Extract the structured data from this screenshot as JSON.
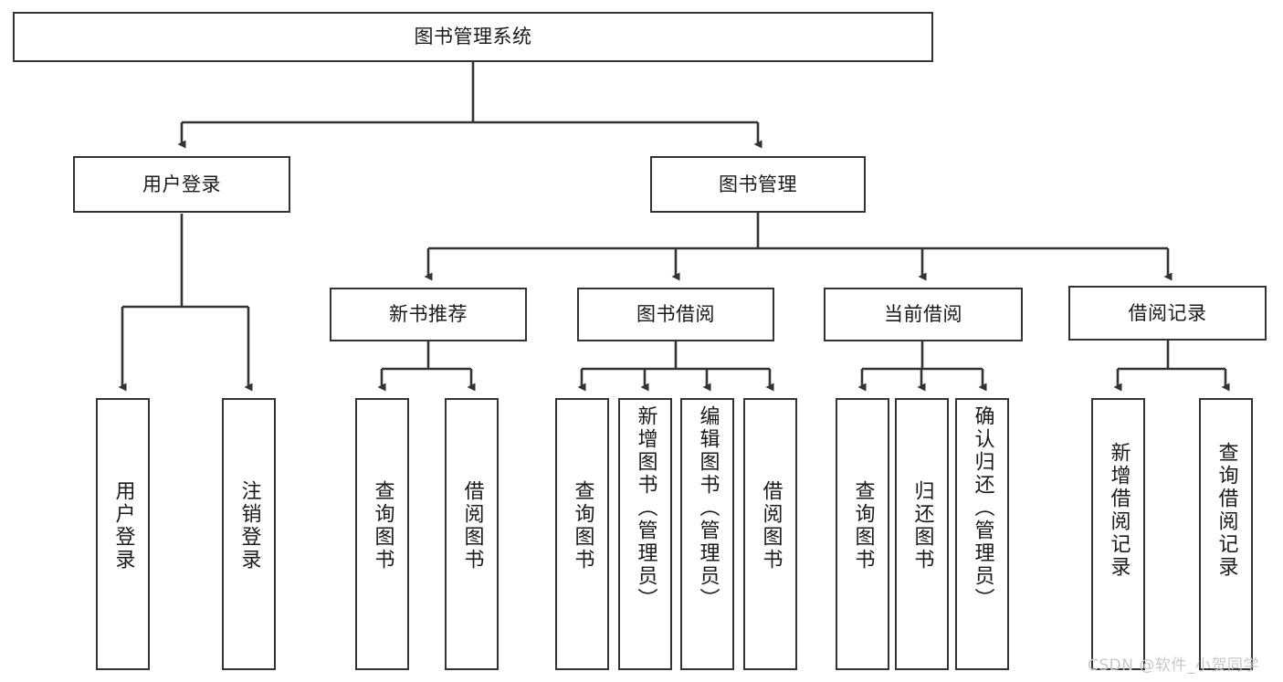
{
  "diagram": {
    "title": "图书管理系统",
    "type": "tree",
    "background": "#ffffff",
    "line_color": "#333333",
    "box_border_color": "#333333",
    "box_fill": "#ffffff",
    "root": {
      "id": "root",
      "label": "图书管理系统",
      "orientation": "horizontal"
    },
    "level1": [
      {
        "id": "user-login",
        "label": "用户登录",
        "orientation": "horizontal"
      },
      {
        "id": "book-management",
        "label": "图书管理",
        "orientation": "horizontal"
      }
    ],
    "level2": [
      {
        "id": "new-book-recommend",
        "label": "新书推荐",
        "orientation": "horizontal",
        "parent": "book-management"
      },
      {
        "id": "book-borrow",
        "label": "图书借阅",
        "orientation": "horizontal",
        "parent": "book-management"
      },
      {
        "id": "current-borrow",
        "label": "当前借阅",
        "orientation": "horizontal",
        "parent": "book-management"
      },
      {
        "id": "borrow-record",
        "label": "借阅记录",
        "orientation": "horizontal",
        "parent": "book-management"
      }
    ],
    "leaves": [
      {
        "id": "leaf-user-login",
        "label": "用户登录",
        "parent": "user-login",
        "orientation": "vertical"
      },
      {
        "id": "leaf-user-logout",
        "label": "注销登录",
        "parent": "user-login",
        "orientation": "vertical"
      },
      {
        "id": "leaf-query-book-1",
        "label": "查询图书",
        "parent": "new-book-recommend",
        "orientation": "vertical"
      },
      {
        "id": "leaf-borrow-book-1",
        "label": "借阅图书",
        "parent": "new-book-recommend",
        "orientation": "vertical"
      },
      {
        "id": "leaf-query-book-2",
        "label": "查询图书",
        "parent": "book-borrow",
        "orientation": "vertical"
      },
      {
        "id": "leaf-add-book",
        "label": "新增图书（管理员）",
        "parent": "book-borrow",
        "orientation": "vertical"
      },
      {
        "id": "leaf-edit-book",
        "label": "编辑图书（管理员）",
        "parent": "book-borrow",
        "orientation": "vertical"
      },
      {
        "id": "leaf-borrow-book-2",
        "label": "借阅图书",
        "parent": "book-borrow",
        "orientation": "vertical"
      },
      {
        "id": "leaf-query-book-3",
        "label": "查询图书",
        "parent": "current-borrow",
        "orientation": "vertical"
      },
      {
        "id": "leaf-return-book",
        "label": "归还图书",
        "parent": "current-borrow",
        "orientation": "vertical"
      },
      {
        "id": "leaf-confirm-return",
        "label": "确认归还（管理员）",
        "parent": "current-borrow",
        "orientation": "vertical"
      },
      {
        "id": "leaf-add-record",
        "label": "新增借阅记录",
        "parent": "borrow-record",
        "orientation": "vertical"
      },
      {
        "id": "leaf-query-record",
        "label": "查询借阅记录",
        "parent": "borrow-record",
        "orientation": "vertical"
      }
    ],
    "watermark": "CSDN @软件_小贺同学"
  }
}
